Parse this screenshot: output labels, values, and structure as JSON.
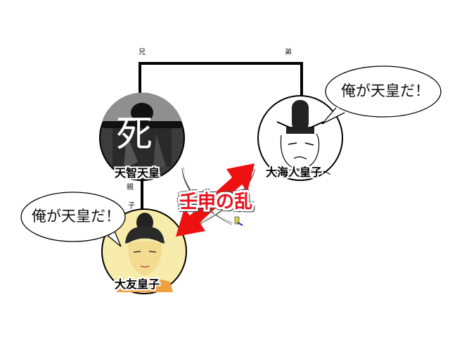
{
  "relations": {
    "elder_brother": "兄",
    "younger_brother": "弟",
    "parent": "親",
    "child": "子"
  },
  "people": {
    "tenji": {
      "name": "天智天皇",
      "status_mark": "死"
    },
    "oama": {
      "name": "大海人皇子",
      "speech": "俺が天皇だ！"
    },
    "otomo": {
      "name": "大友皇子",
      "speech": "俺が天皇だ！"
    }
  },
  "conflict": {
    "label": "壬申の乱",
    "arrow_color": "#ee1111"
  },
  "colors": {
    "line": "#000000",
    "death_bg": "#3a3a3a",
    "otomo_bg": "#f7e9a8"
  }
}
